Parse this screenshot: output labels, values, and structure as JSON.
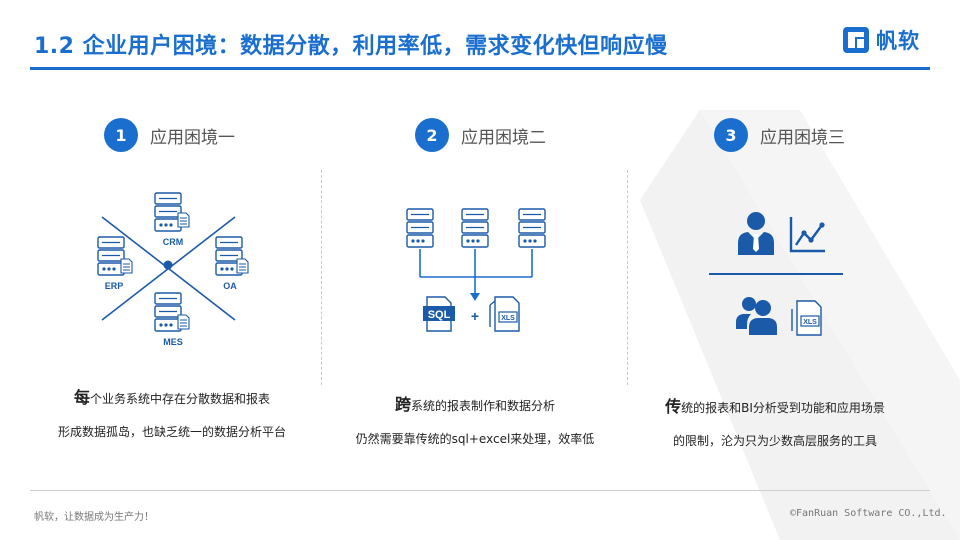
{
  "title": "1.2 企业用户困境：数据分散，利用率低，需求变化快但响应慢",
  "logo": {
    "text": "帆软",
    "icon": "fanruan-logo-icon"
  },
  "colors": {
    "accent": "#1a6fce",
    "icon_dark": "#1b5aa8"
  },
  "sections": [
    {
      "number": "1",
      "label": "应用困境一",
      "diagram": {
        "crm": "CRM",
        "erp": "ERP",
        "oa": "OA",
        "mes": "MES"
      },
      "desc_lead": "每",
      "desc_rest": "个业务系统中存在分散数据和报表",
      "desc_line2": "形成数据孤岛，也缺乏统一的数据分析平台"
    },
    {
      "number": "2",
      "label": "应用困境二",
      "diagram": {
        "sql": "SQL",
        "plus": "+",
        "xls": "XLS"
      },
      "desc_lead": "跨",
      "desc_rest": "系统的报表制作和数据分析",
      "desc_line2": "仍然需要靠传统的sql+excel来处理，效率低"
    },
    {
      "number": "3",
      "label": "应用困境三",
      "diagram": {
        "xls": "XLS"
      },
      "desc_lead": "传",
      "desc_rest": "统的报表和BI分析受到功能和应用场景",
      "desc_line2": "的限制，沦为只为少数高层服务的工具"
    }
  ],
  "footer": {
    "left": "帆软，让数据成为生产力！",
    "right": "©FanRuan Software CO.,Ltd."
  }
}
